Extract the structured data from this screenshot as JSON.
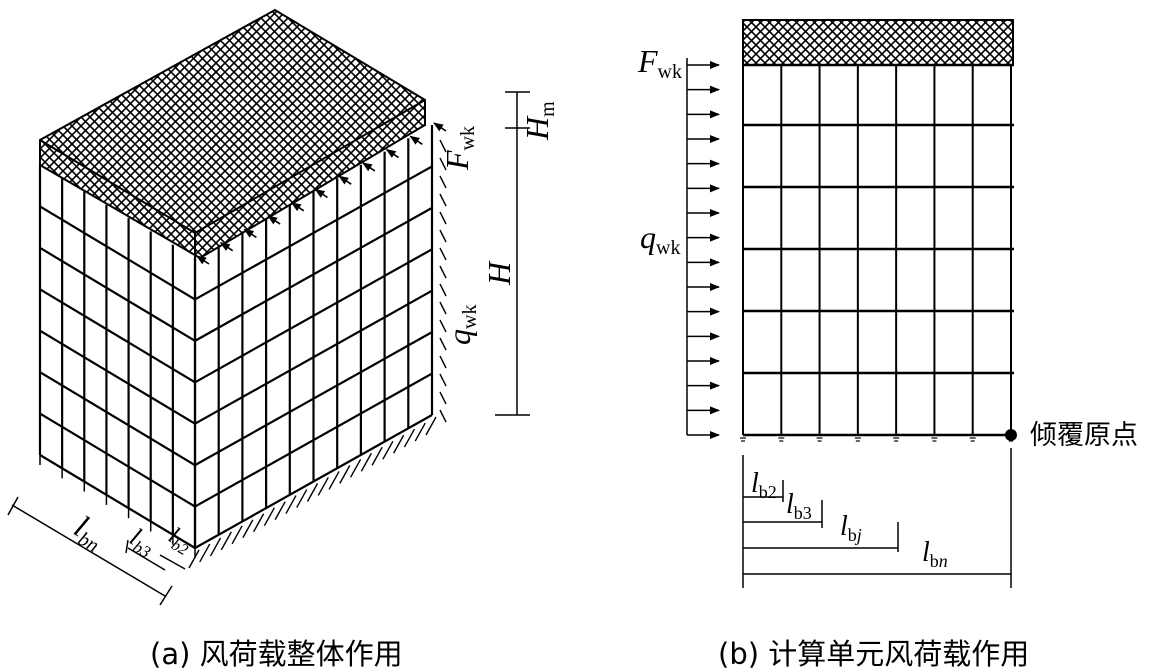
{
  "panel_a": {
    "caption": "(a) 风荷载整体作用",
    "labels": {
      "F": "F",
      "F_sub": "wk",
      "H_m": "H",
      "H_m_sub": "m",
      "H": "H",
      "q": "q",
      "q_sub": "wk",
      "l_bn": "l",
      "l_bn_sub": "bn",
      "l_b3": "l",
      "l_b3_sub": "b3",
      "l_b2": "l",
      "l_b2_sub": "b2"
    }
  },
  "panel_b": {
    "caption": "(b) 计算单元风荷载作用",
    "labels": {
      "F": "F",
      "F_sub": "wk",
      "q": "q",
      "q_sub": "wk",
      "origin": "倾覆原点",
      "l_b2": "l",
      "l_b2_sub": "b2",
      "l_b3": "l",
      "l_b3_sub": "b3",
      "l_bj": "l",
      "l_bj_sub": "b",
      "l_bj_sub2": "j",
      "l_bn": "l",
      "l_bn_sub": "b",
      "l_bn_sub2": "n"
    }
  },
  "colors": {
    "ink": "#000000",
    "background": "#ffffff"
  }
}
